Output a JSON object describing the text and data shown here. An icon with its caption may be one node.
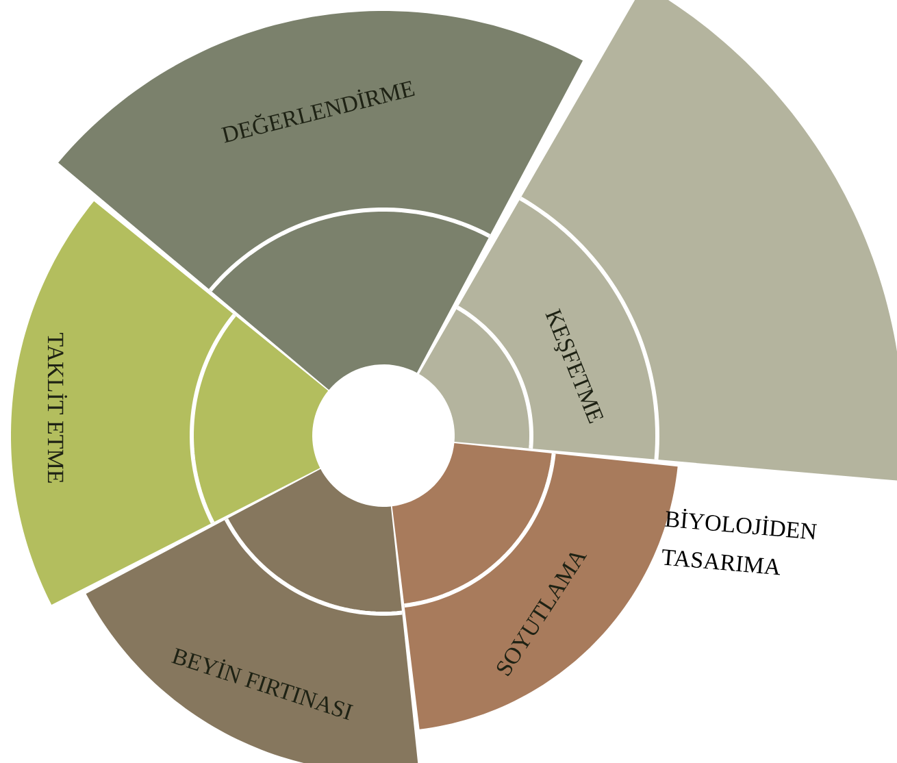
{
  "diagram": {
    "nodes": [
      {
        "text": [
          "DEĞERLENDİRME"
        ]
      },
      {
        "text": [
          "KEŞFETME"
        ]
      },
      {
        "text": [
          "TAKLİT ETME"
        ]
      },
      {
        "text": [
          "BEYİN FIRTINASI"
        ]
      },
      {
        "text": [
          "SOYUTLAMA"
        ]
      }
    ],
    "labels": [
      "BİYOLOJİDEN TASARIMA"
    ]
  }
}
